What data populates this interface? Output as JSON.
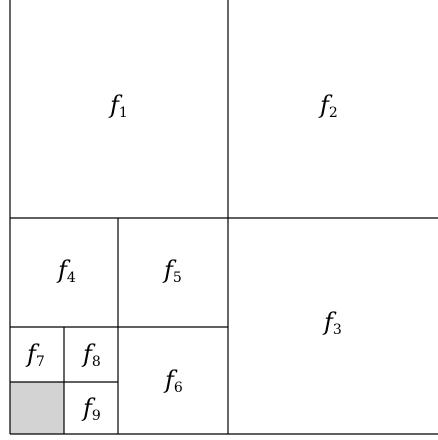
{
  "diagram": {
    "shaded_color": "#d3d3d3",
    "line_color": "#000000",
    "cells": [
      {
        "id": "f1",
        "base": "f",
        "sub": "1"
      },
      {
        "id": "f2",
        "base": "f",
        "sub": "2"
      },
      {
        "id": "f3",
        "base": "f",
        "sub": "3"
      },
      {
        "id": "f4",
        "base": "f",
        "sub": "4"
      },
      {
        "id": "f5",
        "base": "f",
        "sub": "5"
      },
      {
        "id": "f6",
        "base": "f",
        "sub": "6"
      },
      {
        "id": "f7",
        "base": "f",
        "sub": "7"
      },
      {
        "id": "f8",
        "base": "f",
        "sub": "8"
      },
      {
        "id": "f9",
        "base": "f",
        "sub": "9"
      }
    ]
  }
}
